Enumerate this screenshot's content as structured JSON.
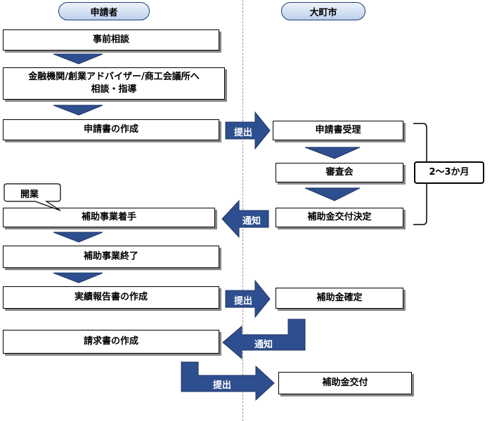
{
  "header": {
    "applicant": "申請者",
    "city": "大町市"
  },
  "steps": {
    "pre_consult": "事前相談",
    "consult": "金融機関/創業アドバイザー/商工会議所へ\n相談・指導",
    "create_app": "申請書の作成",
    "start_project": "補助事業着手",
    "end_project": "補助事業終了",
    "create_report": "実績報告書の作成",
    "create_invoice": "請求書の作成"
  },
  "city_steps": {
    "receive_app": "申請書受理",
    "review": "審査会",
    "decision": "補助金交付決定",
    "confirm": "補助金確定",
    "grant": "補助金交付"
  },
  "arrows": {
    "submit": "提出",
    "notify": "通知"
  },
  "callout": "開業",
  "bracket_label": "2～3か月",
  "colors": {
    "arrow": "#2e4f8f",
    "arrow_border": "#1b3160"
  }
}
